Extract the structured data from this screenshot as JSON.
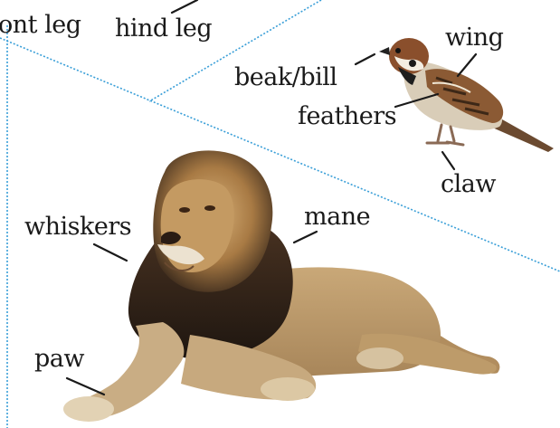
{
  "labels": {
    "front_leg": "ont leg",
    "hind_leg": "hind leg",
    "wing": "wing",
    "beak_bill": "beak/bill",
    "feathers": "feathers",
    "claw": "claw",
    "whiskers": "whiskers",
    "mane": "mane",
    "paw": "paw"
  },
  "colors": {
    "divider": "#3a9fd8",
    "leader": "#1a1a1a",
    "text": "#1a1a1a"
  }
}
